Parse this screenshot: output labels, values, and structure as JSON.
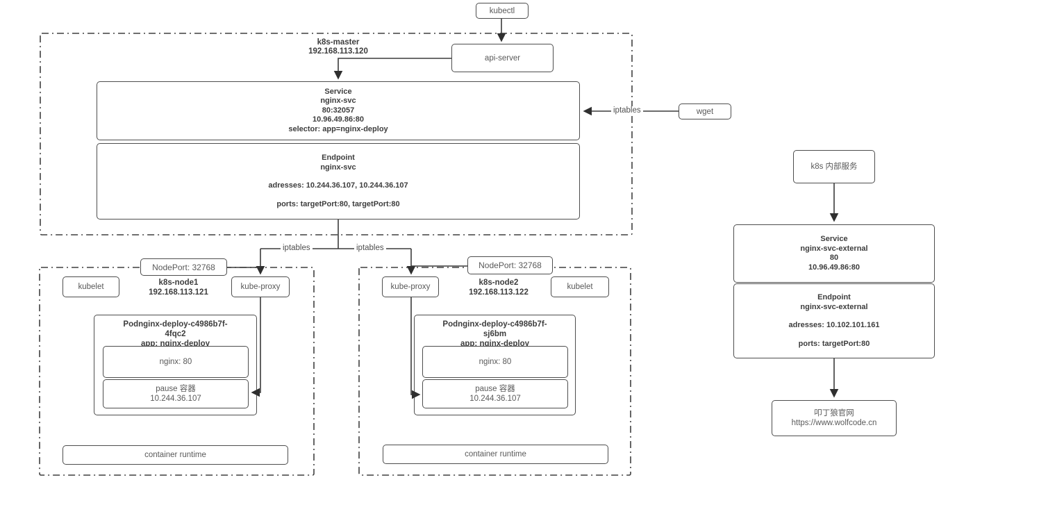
{
  "diagram": {
    "labels": {
      "kubectl": "kubectl",
      "api_server": "api-server",
      "wget": "wget",
      "iptables": "iptables"
    },
    "master": {
      "name": "k8s-master",
      "ip": "192.168.113.120",
      "service": {
        "title": "Service",
        "name": "nginx-svc",
        "port_map": "80:32057",
        "cluster_ip": "10.96.49.86:80",
        "selector": "selector: app=nginx-deploy"
      },
      "endpoint": {
        "title": "Endpoint",
        "name": "nginx-svc",
        "addresses": "adresses: 10.244.36.107, 10.244.36.107",
        "ports": "ports: targetPort:80, targetPort:80"
      }
    },
    "node1": {
      "name": "k8s-node1",
      "ip": "192.168.113.121",
      "nodeport": "NodePort: 32768",
      "kubelet": "kubelet",
      "kube_proxy": "kube-proxy",
      "pod": {
        "title_line1": "Podnginx-deploy-c4986b7f-",
        "title_line2": "4fqc2",
        "app": "app: nginx-deploy",
        "nginx": "nginx: 80",
        "pause_name": "pause 容器",
        "pause_ip": "10.244.36.107"
      },
      "container_runtime": "container runtime"
    },
    "node2": {
      "name": "k8s-node2",
      "ip": "192.168.113.122",
      "nodeport": "NodePort: 32768",
      "kubelet": "kubelet",
      "kube_proxy": "kube-proxy",
      "pod": {
        "title_line1": "Podnginx-deploy-c4986b7f-",
        "title_line2": "sj6bm",
        "app": "app: nginx-deploy",
        "nginx": "nginx: 80",
        "pause_name": "pause 容器",
        "pause_ip": "10.244.36.107"
      },
      "container_runtime": "container runtime"
    },
    "external": {
      "internal_service": "k8s 内部服务",
      "service": {
        "title": "Service",
        "name": "nginx-svc-external",
        "port": "80",
        "cluster_ip": "10.96.49.86:80"
      },
      "endpoint": {
        "title": "Endpoint",
        "name": "nginx-svc-external",
        "addresses": "adresses: 10.102.101.161",
        "ports": "ports: targetPort:80"
      },
      "website": {
        "name": "叩丁狼官网",
        "url": "https://www.wolfcode.cn"
      }
    }
  }
}
